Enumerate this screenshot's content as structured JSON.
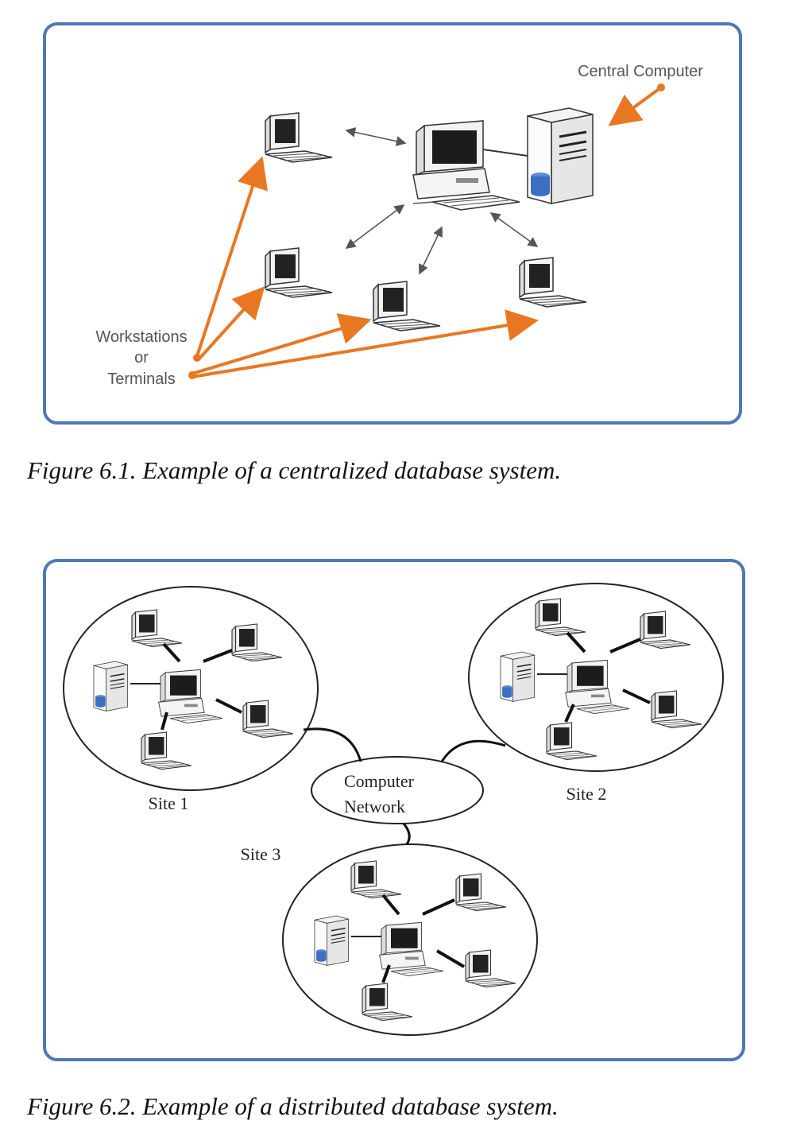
{
  "figure1": {
    "central_label": "Central Computer",
    "workstations_label": [
      "Workstations",
      "or",
      "Terminals"
    ],
    "caption": "Figure 6.1. Example of a centralized database system.",
    "accent_color": "#e87722"
  },
  "figure2": {
    "network_label": [
      "Computer",
      "Network"
    ],
    "site_labels": [
      "Site 1",
      "Site 2",
      "Site 3"
    ],
    "caption": "Figure 6.2. Example of a distributed database system."
  },
  "colors": {
    "frame": "#4d79b3",
    "server_disk": "#3a6fc4"
  }
}
